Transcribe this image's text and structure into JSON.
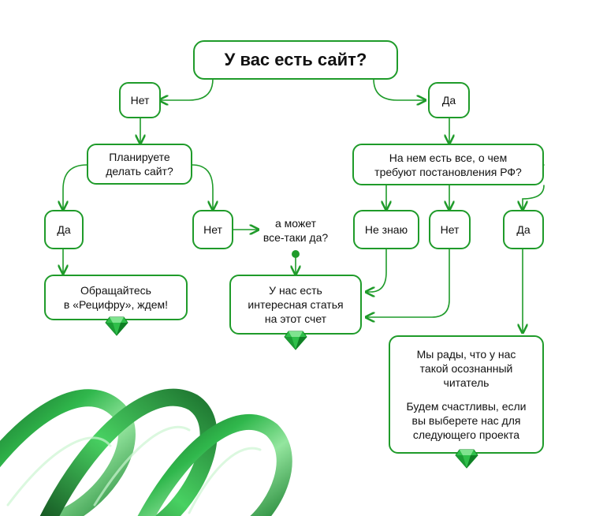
{
  "question": "У вас есть сайт?",
  "no_branch": {
    "answer": "Нет",
    "question_line1": "Планируете",
    "question_line2": "делать сайт?",
    "yes": "Да",
    "yes_result_line1": "Обращайтесь",
    "yes_result_line2": "в «Рецифру», ждем!",
    "no": "Нет",
    "no_followup_line1": "а может",
    "no_followup_line2": "все-таки да?"
  },
  "yes_branch": {
    "answer": "Да",
    "question_line1": "На нем есть все, о чем",
    "question_line2": "требуют постановления РФ?",
    "dont_know": "Не знаю",
    "no": "Нет",
    "yes": "Да"
  },
  "article_result": {
    "line1": "У нас есть",
    "line2": "интересная статья",
    "line3": "на этот счет"
  },
  "conscious_result": {
    "line1": "Мы рады, что у нас",
    "line2": "такой осознанный",
    "line3": "читатель",
    "line4": "Будем счастливы, если",
    "line5": "вы выберете нас для",
    "line6": "следующего проекта"
  },
  "colors": {
    "accent": "#1f9b2a",
    "gem": "#2fbf4a",
    "spiral": "#1aa334"
  },
  "icons": [
    "emerald-gem-icon",
    "emerald-gem-icon",
    "emerald-gem-icon",
    "green-spiral"
  ]
}
